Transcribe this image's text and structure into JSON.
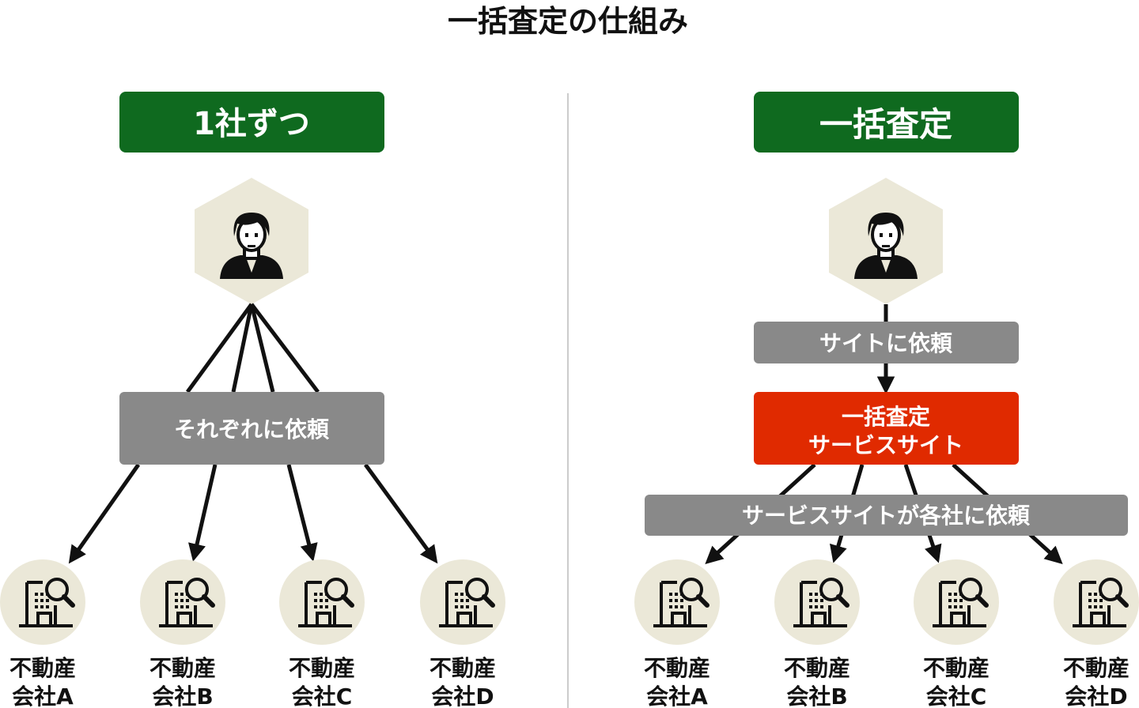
{
  "title": "一括査定の仕組み",
  "colors": {
    "green": "#0f6a1f",
    "gray": "#898989",
    "red": "#e02a00",
    "beige": "#ebe8d8"
  },
  "left": {
    "header": "1社ずつ",
    "request_label": "それぞれに依頼",
    "companies": [
      {
        "line1": "不動産",
        "line2": "会社A"
      },
      {
        "line1": "不動産",
        "line2": "会社B"
      },
      {
        "line1": "不動産",
        "line2": "会社C"
      },
      {
        "line1": "不動産",
        "line2": "会社D"
      }
    ]
  },
  "right": {
    "header": "一括査定",
    "site_request_label": "サイトに依頼",
    "service_line1": "一括査定",
    "service_line2": "サービスサイト",
    "dispatch_label": "サービスサイトが各社に依頼",
    "companies": [
      {
        "line1": "不動産",
        "line2": "会社A"
      },
      {
        "line1": "不動産",
        "line2": "会社B"
      },
      {
        "line1": "不動産",
        "line2": "会社C"
      },
      {
        "line1": "不動産",
        "line2": "会社D"
      }
    ]
  }
}
